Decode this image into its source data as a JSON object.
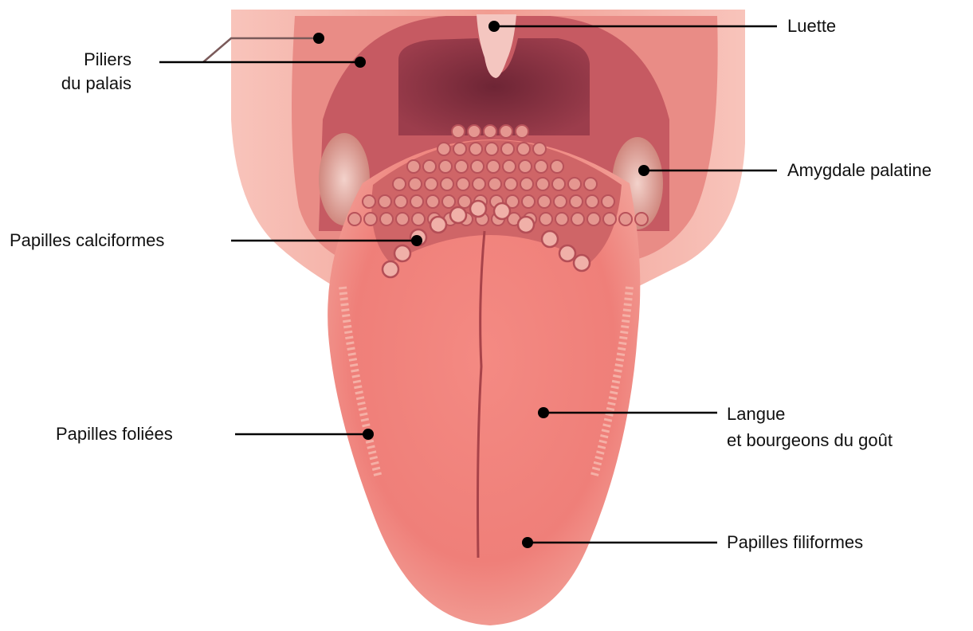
{
  "labels": {
    "piliers_line1": "Piliers",
    "piliers_line2": "du palais",
    "luette": "Luette",
    "amygdale": "Amygdale palatine",
    "calciformes": "Papilles calciformes",
    "foliees": "Papilles foliées",
    "langue_line1": "Langue",
    "langue_line2": "et bourgeons du goût",
    "filiformes": "Papilles filiformes"
  },
  "colors": {
    "background": "#ffffff",
    "skin": "#f3a79b",
    "throat": "#8d3444",
    "tongue": "#ef7d78",
    "tongue_dark": "#e26461",
    "tonsil": "#e7a9a0",
    "papilla": "#d9776f",
    "leader": "#000000"
  }
}
